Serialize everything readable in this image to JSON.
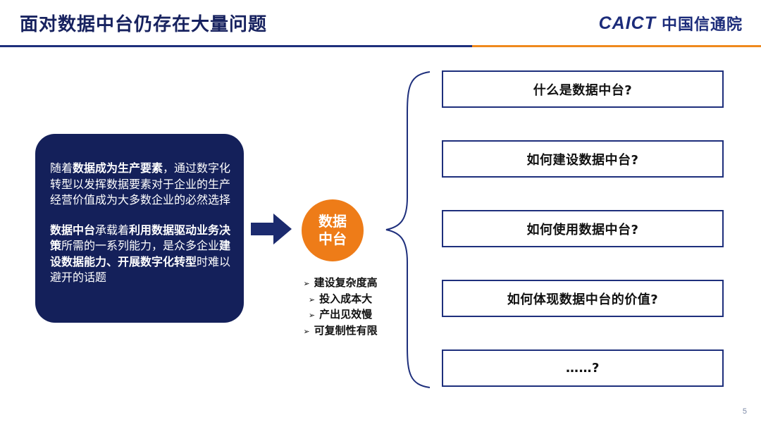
{
  "header": {
    "title": "面对数据中台仍存在大量问题",
    "logo_en": "CAICT",
    "logo_cn": "中国信通院"
  },
  "left_box": {
    "p1": [
      {
        "text": "随着",
        "bold": false
      },
      {
        "text": "数据成为生产要素",
        "bold": true
      },
      {
        "text": "，通过数字化转型以发挥数据要素对于企业的生产经营价值成为大多数企业的必然选择",
        "bold": false
      }
    ],
    "p2": [
      {
        "text": "数据中台",
        "bold": true
      },
      {
        "text": "承载着",
        "bold": false
      },
      {
        "text": "利用数据驱动业务决策",
        "bold": true
      },
      {
        "text": "所需的一系列能力，是众多企业",
        "bold": false
      },
      {
        "text": "建设数据能力、开展数字化转型",
        "bold": true
      },
      {
        "text": "时难以避开的话题",
        "bold": false
      }
    ]
  },
  "center": {
    "circle_line1": "数据",
    "circle_line2": "中台",
    "issues": [
      "建设复杂度高",
      "投入成本大",
      "产出见效慢",
      "可复制性有限"
    ]
  },
  "questions": [
    "什么是数据中台?",
    "如何建设数据中台?",
    "如何使用数据中台?",
    "如何体现数据中台的价值?",
    "……?"
  ],
  "page_number": "5",
  "colors": {
    "navy": "#14205a",
    "orange": "#ee7c18",
    "blue_rule": "#1e2f7c",
    "orange_rule": "#ef8a1d"
  }
}
